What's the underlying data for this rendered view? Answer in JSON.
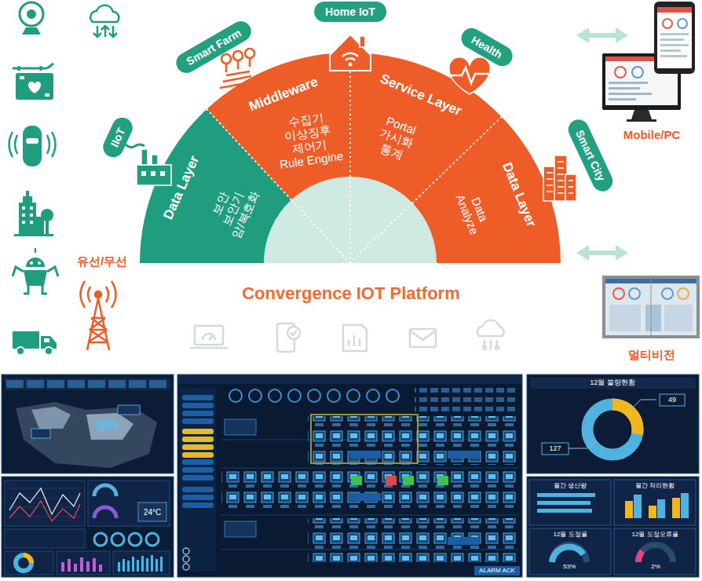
{
  "diagram": {
    "title": "Convergence IOT Platform",
    "nodes": [
      {
        "text": [
          "Data Layer",
          "보안",
          "보안기",
          "암/복호화"
        ]
      },
      {
        "text": [
          "Middleware",
          "수집기",
          "이상징후",
          "제어기",
          "Rule Engine"
        ]
      },
      {
        "text": [
          "Service Layer",
          "Portal",
          "가시화",
          "통계"
        ]
      },
      {
        "text": [
          "Data Layer",
          "Data Analyze"
        ]
      },
      {
        "text": [
          "IIoT"
        ]
      },
      {
        "text": [
          "Smart Farm"
        ]
      },
      {
        "text": [
          "Home IoT"
        ]
      },
      {
        "text": [
          "Health"
        ]
      },
      {
        "text": [
          "Smart City"
        ]
      }
    ],
    "labels": [
      "유선/무선",
      "Mobile/PC",
      "멀티비전",
      "12월 불량현황",
      "127",
      "49",
      "월간 생산량",
      "월간 처리현황",
      "12월 도정율",
      "12월 도정오류율",
      "53%",
      "2%",
      "ALARM ACK",
      "24°C"
    ]
  }
}
